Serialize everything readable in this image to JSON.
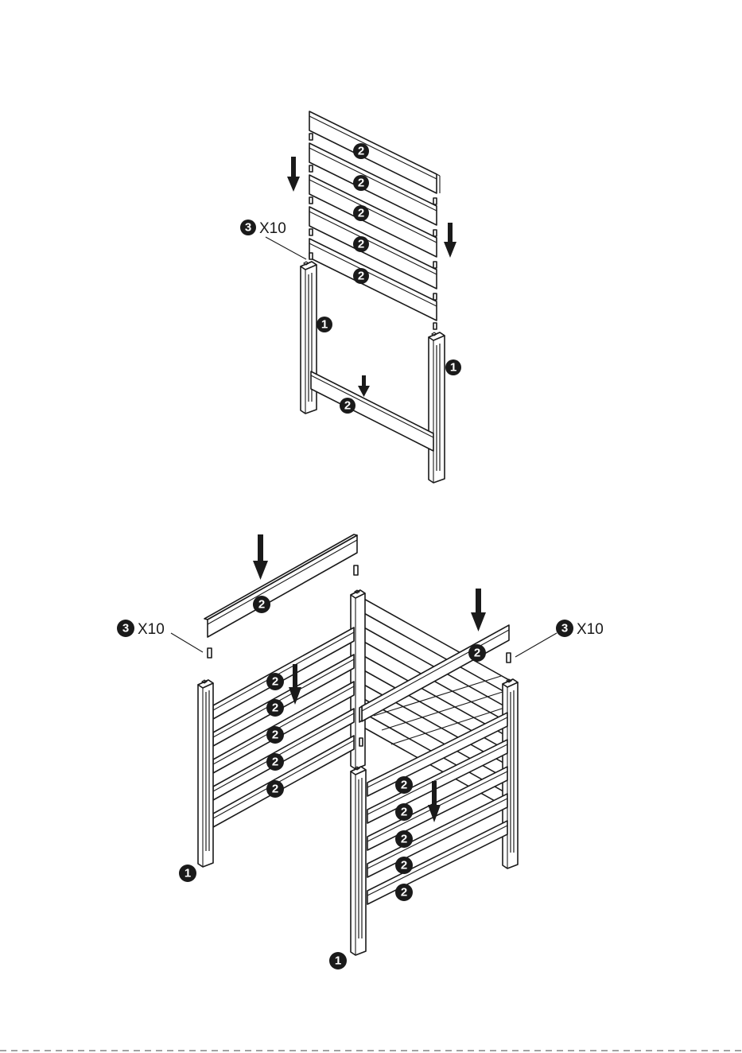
{
  "parts": {
    "post": "1",
    "board": "2",
    "peg": "3"
  },
  "quantity_label": "X10",
  "step1": {
    "board_labels": [
      "2",
      "2",
      "2",
      "2",
      "2",
      "2"
    ],
    "post_labels": [
      "1",
      "1"
    ],
    "peg_badge": "3",
    "peg_qty": "X10"
  },
  "step2": {
    "left_board_labels": [
      "2",
      "2",
      "2",
      "2",
      "2"
    ],
    "right_board_labels": [
      "2",
      "2",
      "2",
      "2",
      "2"
    ],
    "top_board_labels": [
      "2",
      "2"
    ],
    "post_labels": [
      "1",
      "1"
    ],
    "peg_badges": [
      "3",
      "3"
    ],
    "peg_qty": [
      "X10",
      "X10"
    ]
  },
  "colors": {
    "ink": "#1a1a1a",
    "paper": "#ffffff"
  }
}
